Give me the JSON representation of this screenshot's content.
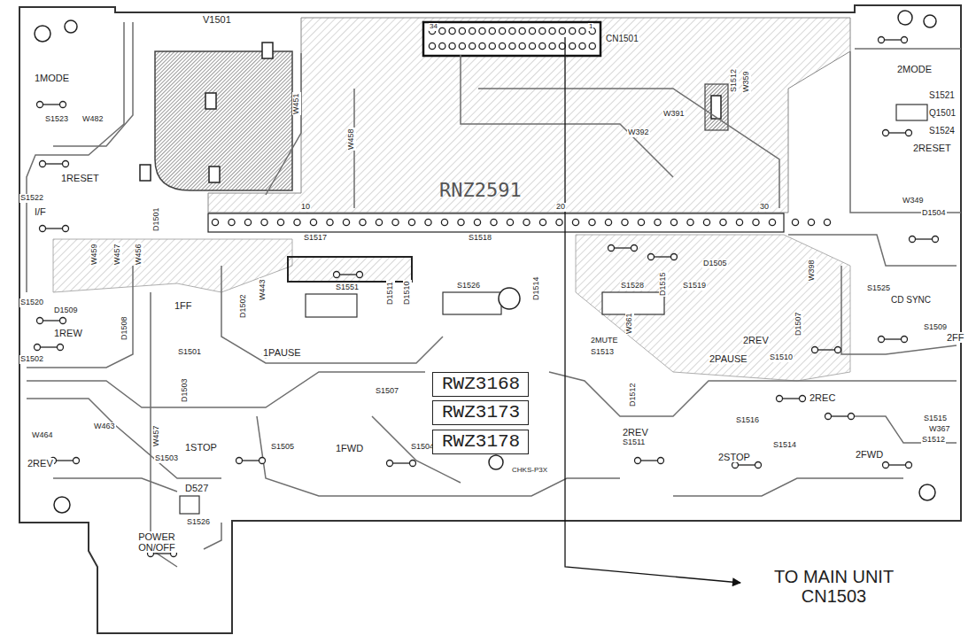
{
  "diagram": {
    "nodes": [
      {
        "text": [
          "RWZ3168"
        ]
      },
      {
        "text": [
          "RWZ3173"
        ]
      },
      {
        "text": [
          "RWZ3178"
        ]
      }
    ],
    "labels": [
      "V1501",
      "34",
      "1",
      "CN1501",
      "1MODE",
      "2MODE",
      "W451",
      "W458",
      "S1523",
      "W482",
      "S1512",
      "W359",
      "W391",
      "W392",
      "S1521",
      "Q1501",
      "S1524",
      "2RESET",
      "RNZ2591",
      "1RESET",
      "S1522",
      "I/F",
      "D1501",
      "W459",
      "W457",
      "W456",
      "10",
      "20",
      "30",
      "S1517",
      "S1518",
      "D1505",
      "W349",
      "D1504",
      "S1520",
      "D1509",
      "D1508",
      "1FF",
      "D1502",
      "W443",
      "S1551",
      "D1511",
      "D1510",
      "S1526",
      "D1514",
      "D1515",
      "S1528",
      "S1519",
      "W398",
      "S1525",
      "CD SYNC",
      "1REW",
      "S1502",
      "W361",
      "2REV",
      "D1507",
      "S1509",
      "2FF",
      "2MUTE",
      "S1513",
      "2PAUSE",
      "S1510",
      "S1501",
      "1PAUSE",
      "D1503",
      "S1507",
      "D1512",
      "2REC",
      "S1516",
      "W463",
      "W464",
      "W457",
      "1STOP",
      "S1503",
      "S1505",
      "1FWD",
      "S1504",
      "2REV",
      "S1511",
      "2STOP",
      "S1514",
      "2FWD",
      "S1515",
      "W367",
      "S1512",
      "2REV",
      "D527",
      "S1526",
      "POWER ON/OFF",
      "CHKS-P3X",
      "TO MAIN UNIT CN1503"
    ]
  }
}
